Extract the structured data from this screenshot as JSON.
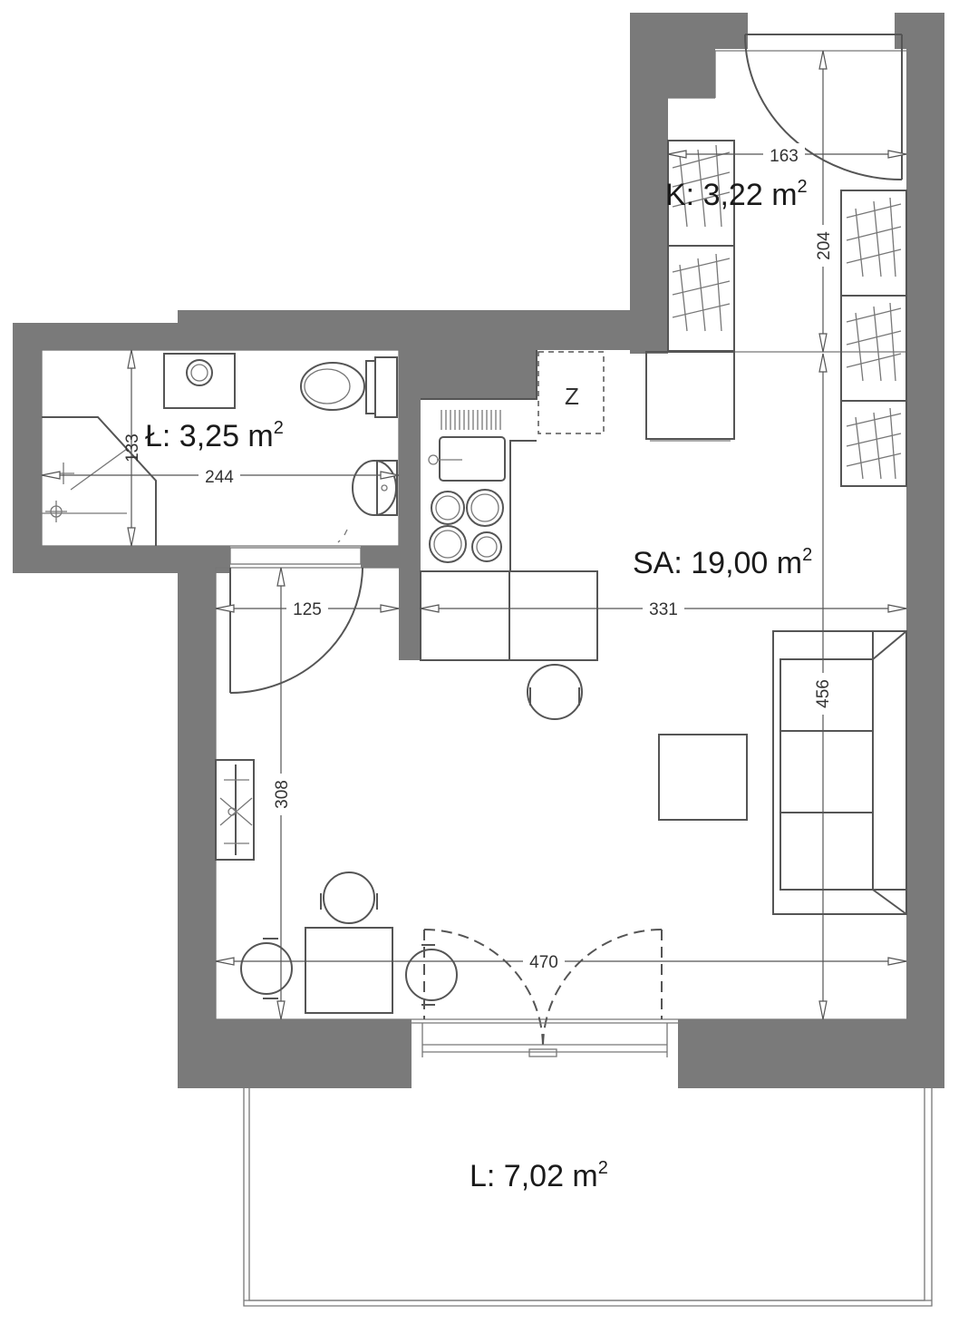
{
  "rooms": {
    "kitchen": {
      "prefix": "K: 3,22 m",
      "sup": "2"
    },
    "bathroom": {
      "prefix": "Ł: 3,25 m",
      "sup": "2"
    },
    "living": {
      "prefix": "SA: 19,00 m",
      "sup": "2"
    },
    "balcony": {
      "prefix": "L: 7,02 m",
      "sup": "2"
    }
  },
  "dimensions": {
    "kitchen_width": "163",
    "kitchen_depth": "204",
    "bathroom_depth": "133",
    "bathroom_width": "244",
    "hall_width": "125",
    "kitchenette_width": "331",
    "living_depth": "456",
    "hall_depth": "308",
    "living_width": "470"
  },
  "fixtures": {
    "fridge_mark": "Z"
  },
  "colors": {
    "wall": "#7a7a7a",
    "line": "#555555"
  }
}
